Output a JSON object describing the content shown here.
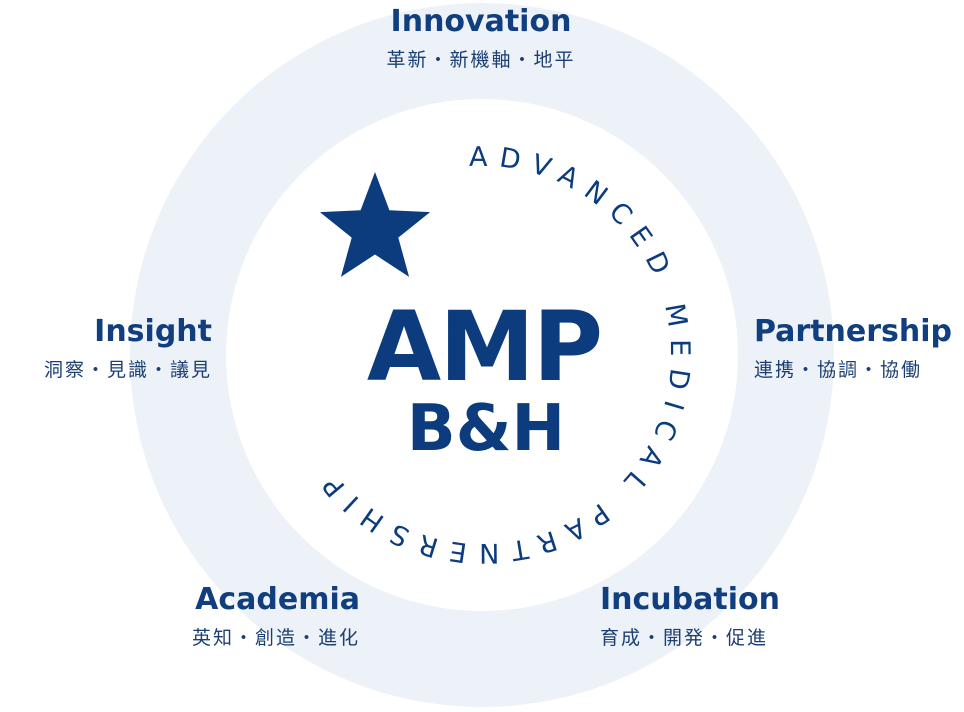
{
  "colors": {
    "brand_navy": "#0c3c7e",
    "ring_tint": "#edf2f8",
    "background": "#ffffff"
  },
  "emblem": {
    "main_text": "AMP",
    "sub_text": "B&H",
    "arc_text": "ADVANCED MEDICAL PARTNERSHIP",
    "icon": "star-icon"
  },
  "pillars": {
    "innovation": {
      "title": "Innovation",
      "subtitle": "革新・新機軸・地平"
    },
    "insight": {
      "title": "Insight",
      "subtitle": "洞察・見識・議見"
    },
    "partnership": {
      "title": "Partnership",
      "subtitle": "連携・協調・協働"
    },
    "academia": {
      "title": "Academia",
      "subtitle": "英知・創造・進化"
    },
    "incubation": {
      "title": "Incubation",
      "subtitle": "育成・開発・促進"
    }
  }
}
